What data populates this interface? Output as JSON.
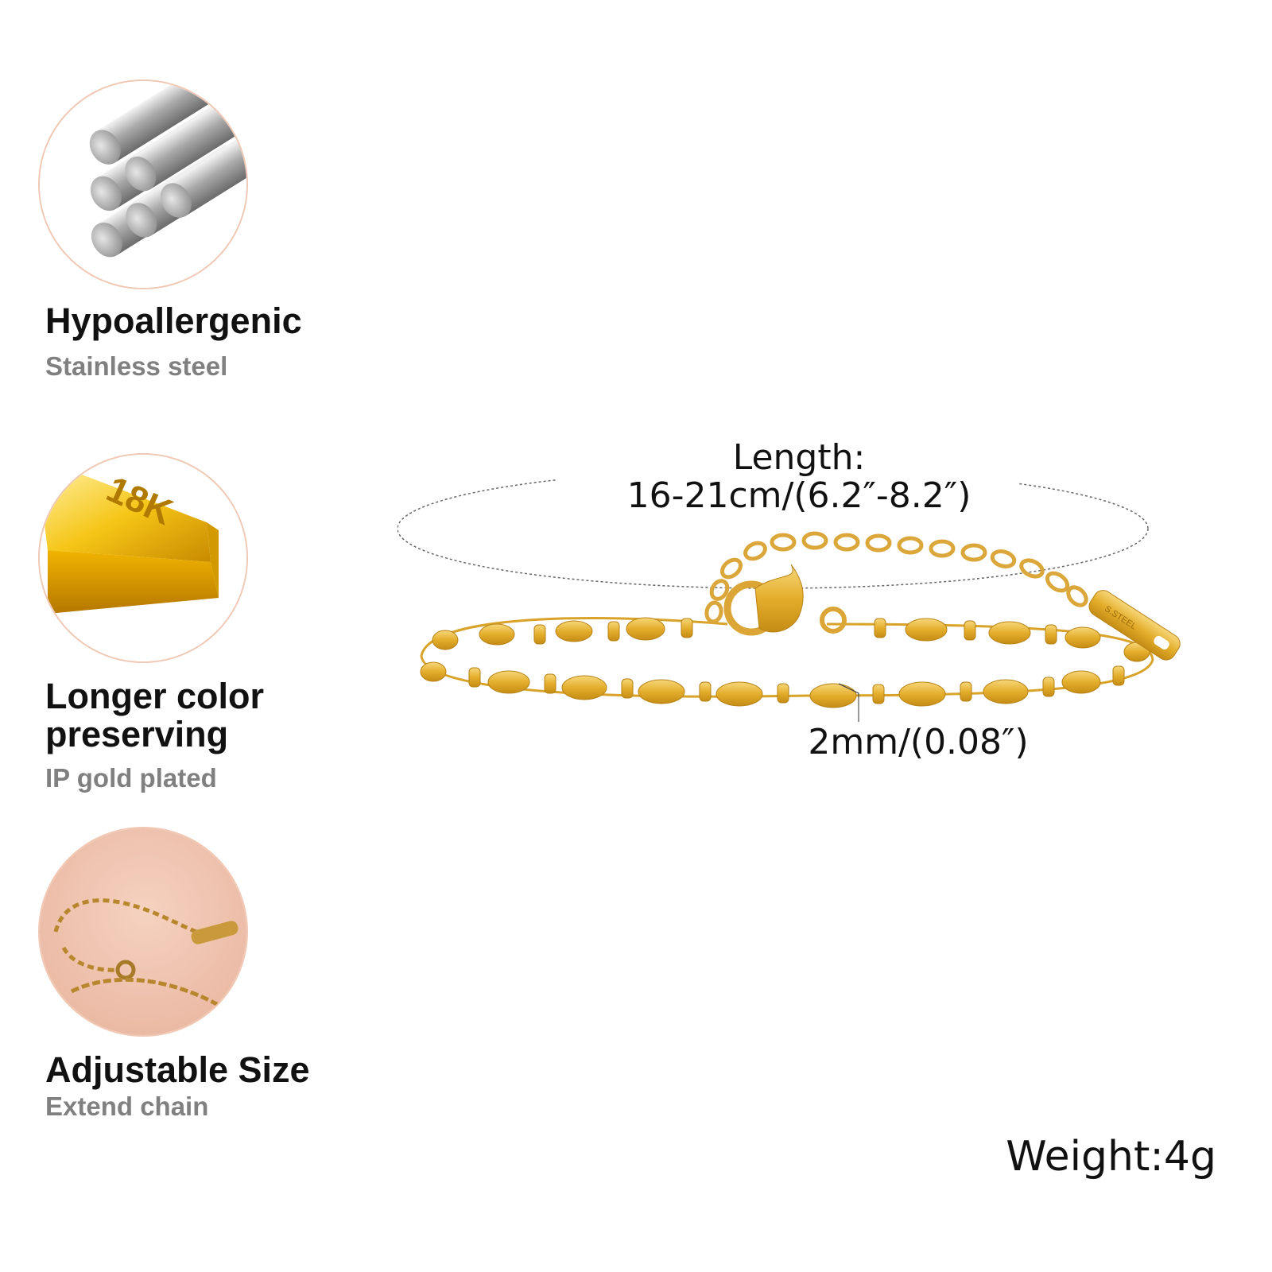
{
  "features": [
    {
      "icon": "steel-rods-icon",
      "title": "Hypoallergenic",
      "subtitle": "Stainless steel"
    },
    {
      "icon": "gold-bar-icon",
      "title": "Longer color preserving",
      "subtitle": "IP gold plated",
      "bar_engraving": "18K"
    },
    {
      "icon": "extender-chain-icon",
      "title": "Adjustable Size",
      "subtitle": "Extend chain"
    }
  ],
  "product": {
    "length_label": "Length:",
    "length_value": "16-21cm/(6.2″-8.2″)",
    "width_value": "2mm/(0.08″)",
    "weight": "Weight:4g",
    "tag_engraving": "S.STEEL"
  },
  "colors": {
    "gold": "#e7b73a",
    "circle_border": "#f0c8b4",
    "subtitle": "#808080",
    "title": "#111111"
  }
}
